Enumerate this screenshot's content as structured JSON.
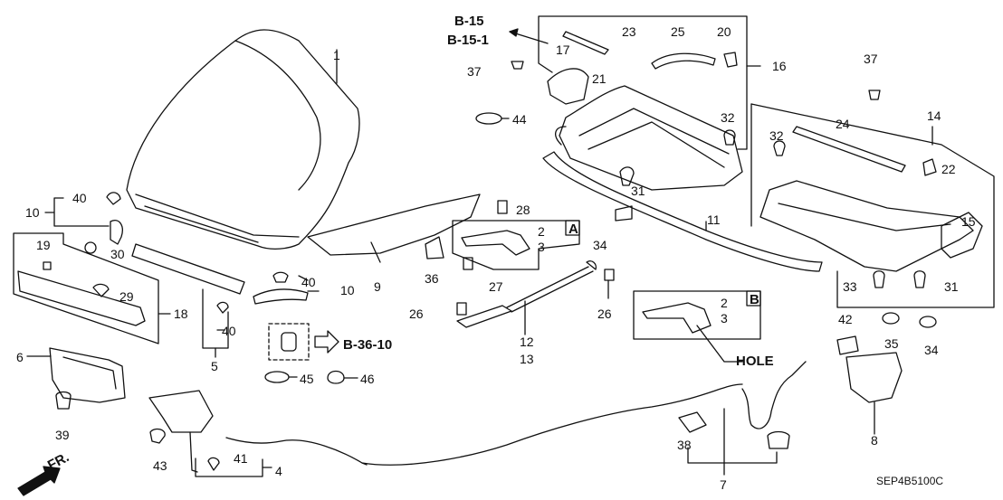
{
  "callouts": {
    "c1": "1",
    "c2a": "2",
    "c3a": "3",
    "c2b": "2",
    "c3b": "3",
    "c4": "4",
    "c5": "5",
    "c6": "6",
    "c7": "7",
    "c8": "8",
    "c9": "9",
    "c10a": "10",
    "c10b": "10",
    "c11": "11",
    "c12": "12",
    "c13": "13",
    "c14": "14",
    "c15": "15",
    "c16": "16",
    "c17": "17",
    "c18": "18",
    "c19": "19",
    "c20": "20",
    "c21": "21",
    "c22": "22",
    "c23": "23",
    "c24": "24",
    "c25": "25",
    "c26a": "26",
    "c26b": "26",
    "c27": "27",
    "c28": "28",
    "c29": "29",
    "c30": "30",
    "c31a": "31",
    "c31b": "31",
    "c32a": "32",
    "c32b": "32",
    "c33": "33",
    "c34a": "34",
    "c34b": "34",
    "c35": "35",
    "c36": "36",
    "c37a": "37",
    "c37b": "37",
    "c38": "38",
    "c39": "39",
    "c40a": "40",
    "c40b": "40",
    "c40c": "40",
    "c41": "41",
    "c42": "42",
    "c43": "43",
    "c44": "44",
    "c45": "45",
    "c46": "46"
  },
  "references": {
    "b15": "B-15",
    "b151": "B-15-1",
    "b3610": "B-36-10",
    "view_a": "A",
    "view_b": "B",
    "hole": "HOLE",
    "front": "FR."
  },
  "diagram_code": "SEP4B5100C"
}
